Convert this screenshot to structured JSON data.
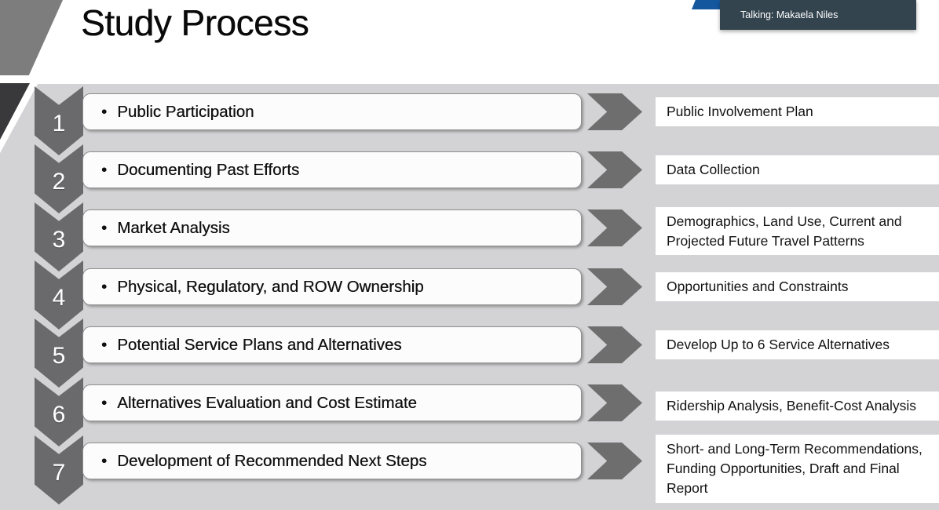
{
  "slide": {
    "title": "Study Process",
    "bullet": "•",
    "steps": [
      {
        "number": "1",
        "label": "Public Participation",
        "output": "Public Involvement Plan"
      },
      {
        "number": "2",
        "label": "Documenting Past Efforts",
        "output": "Data Collection"
      },
      {
        "number": "3",
        "label": "Market Analysis",
        "output": "Demographics, Land Use, Current and Projected Future Travel Patterns"
      },
      {
        "number": "4",
        "label": "Physical, Regulatory, and ROW Ownership",
        "output": "Opportunities and Constraints"
      },
      {
        "number": "5",
        "label": "Potential Service Plans and Alternatives",
        "output": "Develop Up to 6 Service Alternatives"
      },
      {
        "number": "6",
        "label": "Alternatives Evaluation and Cost Estimate",
        "output": "Ridership Analysis, Benefit-Cost Analysis"
      },
      {
        "number": "7",
        "label": "Development of Recommended Next Steps",
        "output": "Short- and Long-Term Recommendations, Funding Opportunities, Draft and Final Report"
      }
    ]
  },
  "overlay": {
    "talking_label": "Talking: Makaela Niles"
  },
  "colors": {
    "panel_gray": "#d3d3d5",
    "chevron_gray": "#6a6a6d",
    "arrow_gray": "#6e6e6e",
    "box_border_gray": "#8f8f8f",
    "title_black": "#0a0a0a",
    "deco_gray": "#7d7d7d",
    "deco_dark": "#39393b",
    "accent_blue": "#15579e",
    "tooltip_bg": "#34444f"
  }
}
